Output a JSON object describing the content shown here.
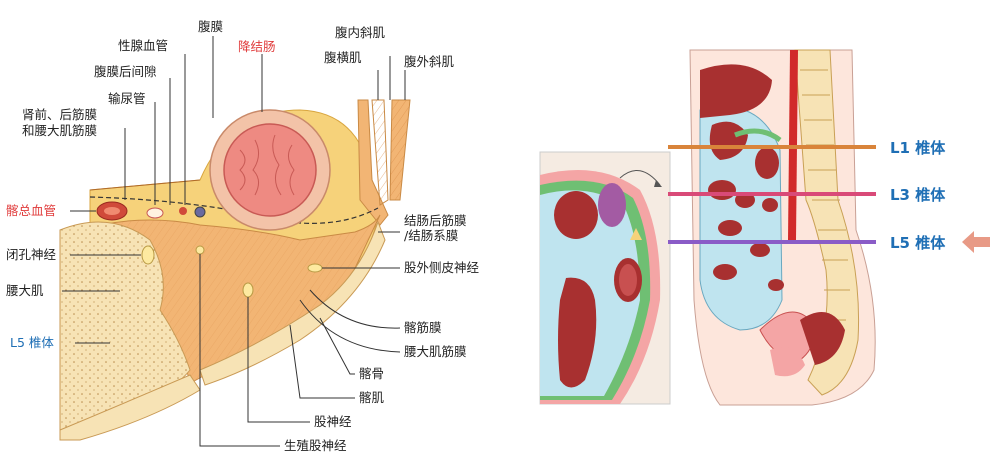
{
  "left_figure": {
    "labels": {
      "peritoneum": "腹膜",
      "gonadal_vessels": "性腺血管",
      "retroperitoneal_space": "腹膜后间隙",
      "ureter": "输尿管",
      "renal_fascia": "肾前、后筋膜",
      "psoas_fascia_line": "和腰大肌筋膜",
      "common_iliac_vessels": "髂总血管",
      "obturator_nerve": "闭孔神经",
      "psoas_major": "腰大肌",
      "l5_vertebra": "L5 椎体",
      "descending_colon": "降结肠",
      "internal_oblique": "腹内斜肌",
      "transversus_abdominis": "腹横肌",
      "external_oblique": "腹外斜肌",
      "retrocolic_fascia": "结肠后筋膜",
      "mesocolon": "/结肠系膜",
      "lateral_femoral_cutaneous_nerve": "股外侧皮神经",
      "iliac_fascia": "髂筋膜",
      "psoas_fascia": "腰大肌筋膜",
      "ilium": "髂骨",
      "iliacus": "髂肌",
      "femoral_nerve": "股神经",
      "genitofemoral_nerve": "生殖股神经"
    },
    "colors": {
      "red_labels": "#e03a3a",
      "blue_labels": "#1f6fb5",
      "fat": "#f6d27a",
      "muscle": "#f2b574",
      "bone": "#f7e3b5"
    }
  },
  "right_figure": {
    "levels": [
      {
        "label": "L1 椎体",
        "color": "#d9843a"
      },
      {
        "label": "L3 椎体",
        "color": "#d94a78"
      },
      {
        "label": "L5 椎体",
        "color": "#8a5cc7"
      }
    ],
    "arrow_color": "#e89a86",
    "arrow_icon": "arrow-left-icon"
  }
}
